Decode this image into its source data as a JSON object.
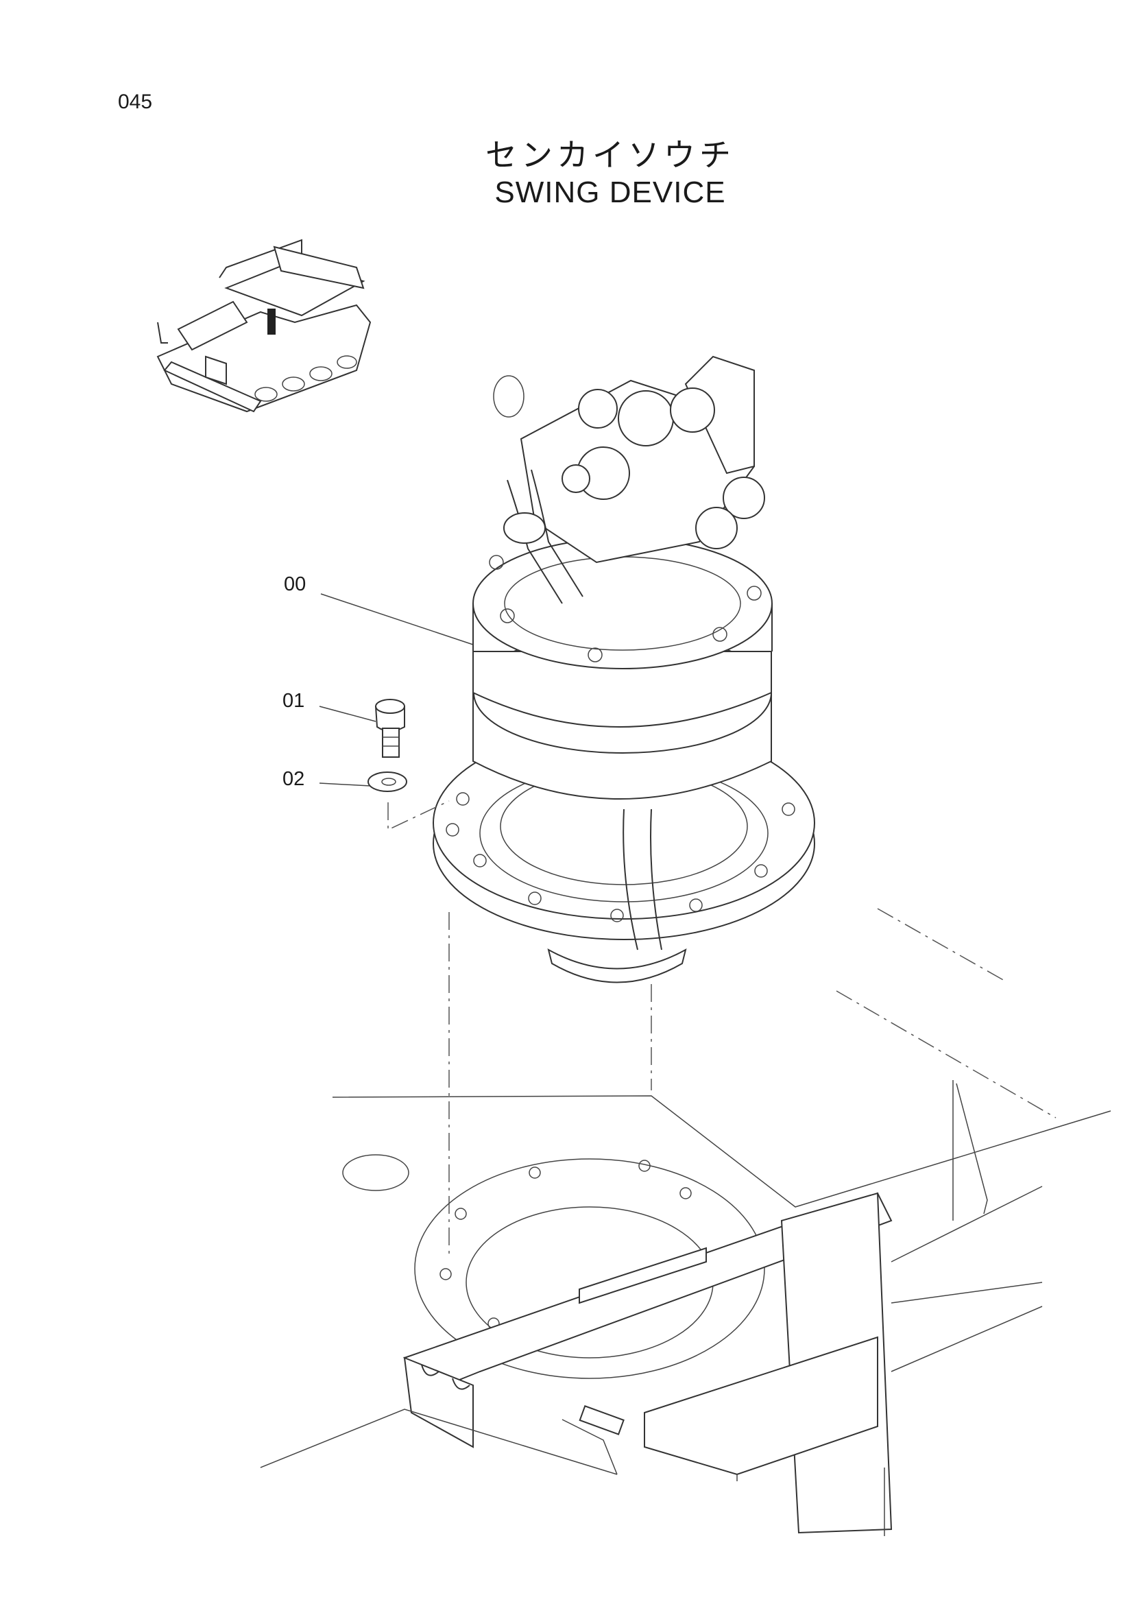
{
  "page": {
    "number": "045"
  },
  "title": {
    "japanese": "センカイソウチ",
    "english": "SWING DEVICE"
  },
  "callouts": [
    {
      "id": "00"
    },
    {
      "id": "01"
    },
    {
      "id": "02"
    }
  ],
  "colors": {
    "line": "#333333",
    "background": "#ffffff"
  }
}
